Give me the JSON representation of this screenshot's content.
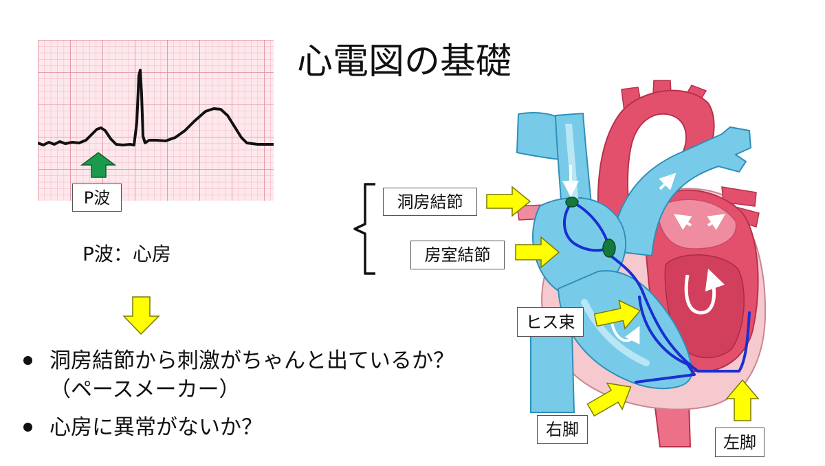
{
  "title": "心電図の基礎",
  "ecg": {
    "p_wave_label": "P波",
    "marker_icon": "green-up-arrow-icon"
  },
  "subtitle": "P波：心房",
  "flow_icon": "yellow-down-arrow-icon",
  "bullets": [
    {
      "text": "洞房結節から刺激がちゃんと出ているか？",
      "sub": "（ペースメーカー）"
    },
    {
      "text": "心房に異常がないか？"
    }
  ],
  "heart_labels": {
    "sa_node": "洞房結節",
    "av_node": "房室結節",
    "his_bundle": "ヒス束",
    "right_bundle": "右脚",
    "left_bundle": "左脚"
  },
  "colors": {
    "ecg_grid_bg": "#fde8ec",
    "ecg_grid_minor": "#f2b4c1",
    "ecg_grid_major": "#e0889b",
    "pointer_arrow": "#ffff00",
    "p_wave_marker": "#1c9a4c",
    "venous_blue": "#78cbe8",
    "arterial_red": "#e2506c",
    "conduction_line": "#1a2fd0",
    "node_green": "#137a3c"
  }
}
